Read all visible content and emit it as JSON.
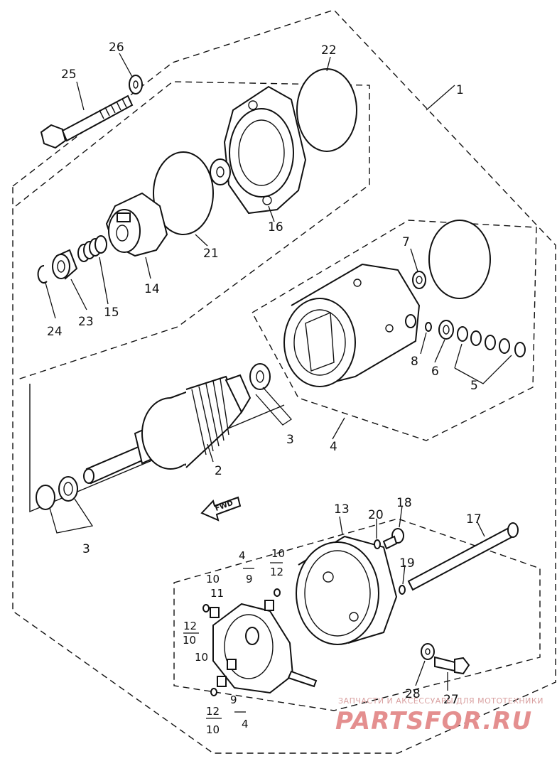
{
  "diagram": {
    "labels": {
      "p1": "1",
      "p2": "2",
      "p3a": "3",
      "p3b": "3",
      "p4a": "4",
      "p4b": "4",
      "p4c": "4",
      "p5": "5",
      "p6": "6",
      "p7": "7",
      "p8": "8",
      "p9a": "9",
      "p9b": "9",
      "p10a": "10",
      "p10b": "10",
      "p10c": "10",
      "p10d": "10",
      "p10e": "10",
      "p11": "11",
      "p12a": "12",
      "p12b": "12",
      "p12c": "12",
      "p13": "13",
      "p14": "14",
      "p15": "15",
      "p16": "16",
      "p17": "17",
      "p18": "18",
      "p19": "19",
      "p20": "20",
      "p21": "21",
      "p22": "22",
      "p23": "23",
      "p24": "24",
      "p25": "25",
      "p26": "26",
      "p27": "27",
      "p28": "28"
    },
    "fwd_label": "FWD"
  },
  "watermark": {
    "tagline": "ЗАПЧАСТИ И АКСЕССУАРЫ ДЛЯ МОТОТЕХНИКИ",
    "brand": "PARTSFOR.RU"
  }
}
